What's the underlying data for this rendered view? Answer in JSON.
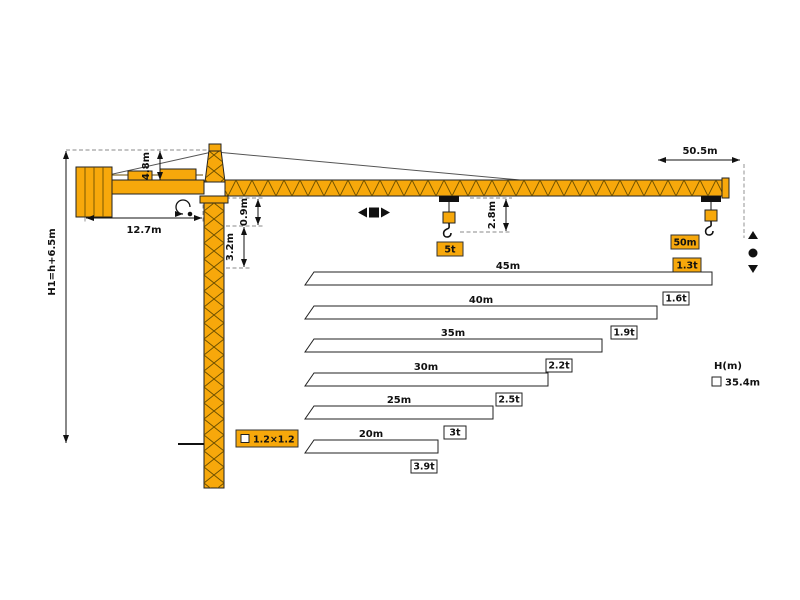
{
  "diagram": {
    "title": "tower-crane-load-diagram",
    "colors": {
      "crane_yellow": "#F7A80B",
      "outline": "#222222",
      "badge_orange": "#F7A80B"
    },
    "dimensions": {
      "total_jib": "50.5m",
      "counterjib": "12.7m",
      "tower_head_height": "4.8m",
      "hook_height_formula": "H1=h+6.5m",
      "jib_depth": "0.9m",
      "head_offset": "3.2m",
      "hook_drop": "2.8m"
    },
    "capacity": {
      "mid_load": "5t",
      "tip_radius": "50m",
      "tip_load": "1.3t"
    },
    "mast_section_label": "1.2×1.2",
    "height_legend": {
      "label": "H(m)",
      "value": "35.4m"
    },
    "jib_variants": [
      {
        "length": "45m",
        "tip_load": "1.6t"
      },
      {
        "length": "40m",
        "tip_load": "1.9t"
      },
      {
        "length": "35m",
        "tip_load": "2.2t"
      },
      {
        "length": "30m",
        "tip_load": "2.5t"
      },
      {
        "length": "25m",
        "tip_load": "3t"
      },
      {
        "length": "20m",
        "tip_load": "3.9t"
      }
    ]
  }
}
